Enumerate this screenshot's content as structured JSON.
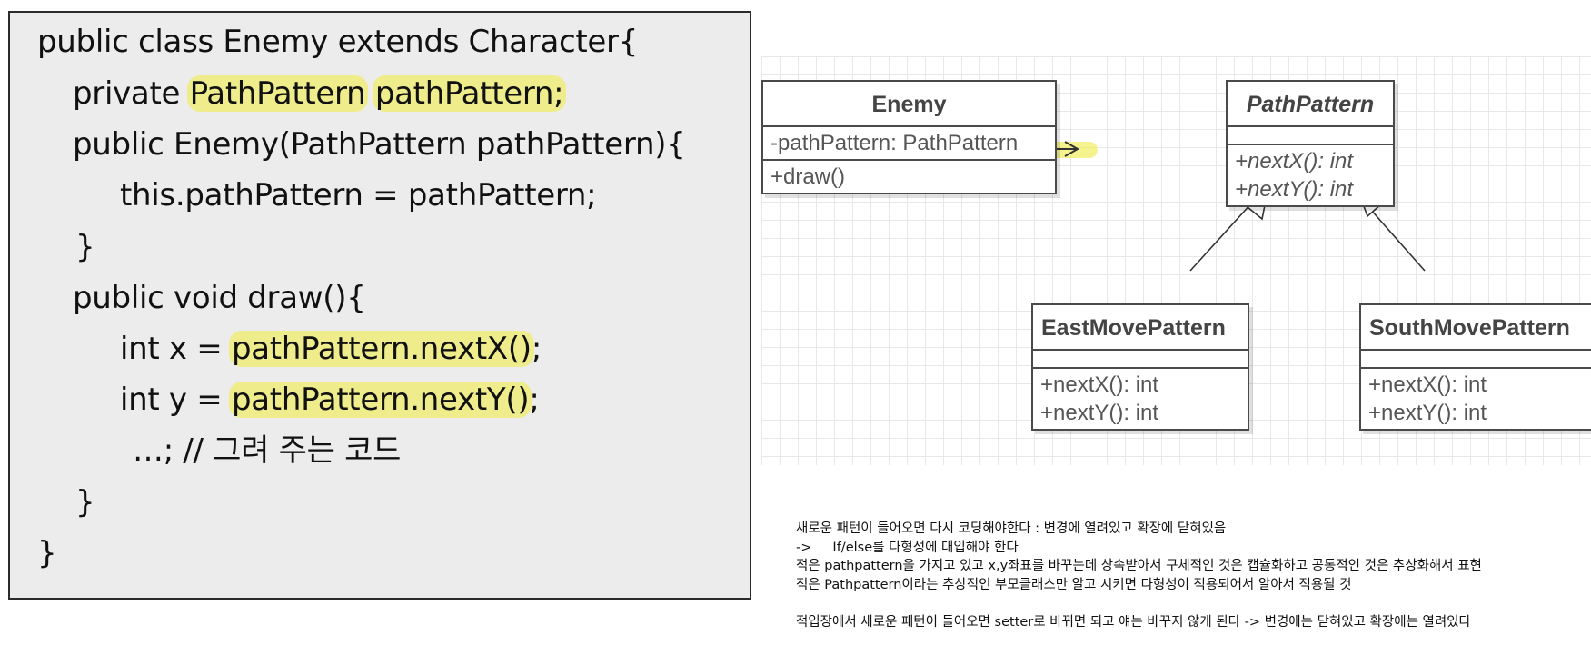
{
  "code": {
    "lines": [
      [
        "public class Enemy extends Character{"
      ],
      [
        "private ",
        {
          "hl": "PathPattern"
        },
        " ",
        {
          "hl": "pathPattern;"
        }
      ],
      [
        "public Enemy(PathPattern pathPattern){"
      ],
      [
        "this.pathPattern = pathPattern;"
      ],
      [
        "}"
      ],
      [
        "public void draw(){"
      ],
      [
        "int x = ",
        {
          "hl": "pathPattern.nextX()"
        },
        ";"
      ],
      [
        "int y = ",
        {
          "hl": "pathPattern.nextY()"
        },
        ";"
      ],
      [
        "…; // 그려 주는 코드"
      ],
      [
        "}"
      ],
      [
        "}"
      ]
    ]
  },
  "uml": {
    "enemy": {
      "name": "Enemy",
      "attribute": "-pathPattern: PathPattern",
      "operation": "+draw()"
    },
    "path_pattern": {
      "name": "PathPattern",
      "operations": [
        "+nextX(): int",
        "+nextY(): int"
      ]
    },
    "east": {
      "name": "EastMovePattern",
      "operations": [
        "+nextX(): int",
        "+nextY(): int"
      ]
    },
    "south": {
      "name": "SouthMovePattern",
      "operations": [
        "+nextX(): int",
        "+nextY(): int"
      ]
    },
    "highlight_color": "#f0ec50"
  },
  "notes": {
    "lines": [
      "새로운 패턴이 들어오면 다시 코딩해야한다 : 변경에 열려있고 확장에 닫혀있음",
      "->     If/else를 다형성에 대입해야 한다",
      "적은 pathpattern을 가지고 있고 x,y좌표를 바꾸는데 상속받아서 구체적인 것은 캡슐화하고 공통적인 것은 추상화해서 표현",
      "적은 Pathpattern이라는 추상적인 부모클래스만 알고 시키면 다형성이 적용되어서 알아서 적용될 것",
      "",
      "적입장에서 새로운 패턴이 들어오면 setter로 바뀌면 되고 얘는 바꾸지 않게 된다 -> 변경에는 닫혀있고 확장에는 열려있다"
    ]
  }
}
